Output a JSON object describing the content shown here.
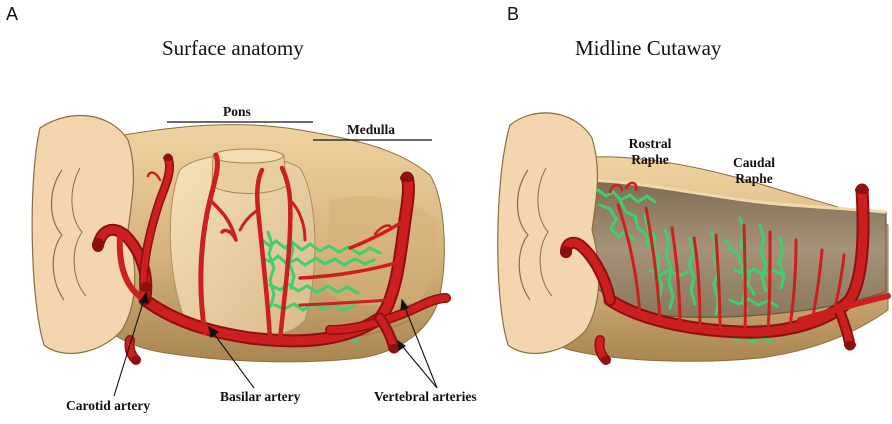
{
  "panels": {
    "a": {
      "letter": "A",
      "title": "Surface anatomy",
      "labels": {
        "pons": "Pons",
        "medulla": "Medulla",
        "carotid": "Carotid artery",
        "basilar": "Basilar artery",
        "vertebral": "Vertebral arteries"
      }
    },
    "b": {
      "letter": "B",
      "title": "Midline Cutaway",
      "labels": {
        "rostral_line1": "Rostral",
        "rostral_line2": "Raphe",
        "caudal_line1": "Caudal",
        "caudal_line2": "Raphe"
      }
    }
  },
  "colors": {
    "tissue": "#d9b784",
    "tissue_light": "#f0d9ad",
    "tissue_dark": "#a3804c",
    "cut_surface": "#f3d6b0",
    "cutaway_cavity": "#9c8a6a",
    "artery": "#cc1f1f",
    "artery_dark": "#8e0f10",
    "capillary": "#3fcf6f"
  }
}
